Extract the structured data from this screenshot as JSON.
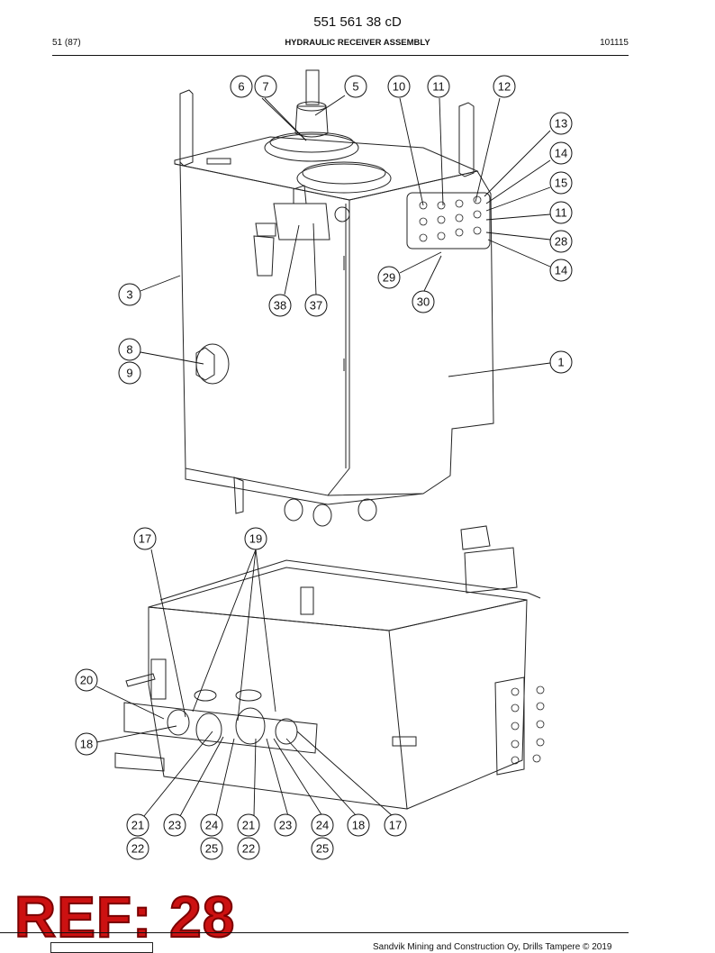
{
  "document": {
    "number": "551 561 38 cD",
    "page": "51 (87)",
    "title": "HYDRAULIC RECEIVER ASSEMBLY",
    "code": "101115"
  },
  "ref_stamp": "REF: 28",
  "footer": {
    "copyright": "Sandvik Mining and Construction Oy, Drills Tampere © 2019"
  },
  "callouts": [
    "6",
    "7",
    "5",
    "10",
    "11",
    "12",
    "13",
    "14",
    "15",
    "11",
    "28",
    "14",
    "29",
    "30",
    "3",
    "38",
    "37",
    "8",
    "9",
    "1",
    "17",
    "19",
    "20",
    "18",
    "21",
    "22",
    "23",
    "24",
    "25",
    "21",
    "22",
    "23",
    "24",
    "25",
    "18",
    "17"
  ]
}
